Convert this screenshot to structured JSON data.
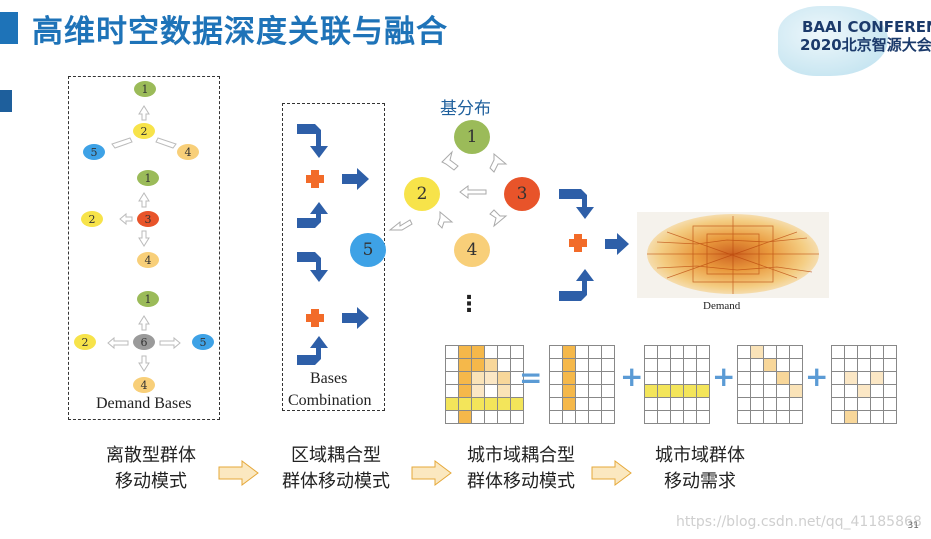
{
  "title": "高维时空数据深度关联与融合",
  "logo": {
    "line1": "BAAI CONFERENCE",
    "line2": "2020北京智源大会"
  },
  "left_panel": {
    "caption": "Demand Bases"
  },
  "middle_panel": {
    "caption_line1": "Bases",
    "caption_line2": "Combination"
  },
  "base_dist": {
    "heading": "基分布",
    "labels": [
      "1",
      "2",
      "3",
      "4",
      "5",
      "6"
    ],
    "ellipsis": "⋮"
  },
  "map": {
    "caption": "Demand"
  },
  "colors": {
    "accent": "#1e73b8",
    "green": "#9bbb59",
    "yellow": "#f7e34a",
    "red": "#e8542a",
    "blue": "#3ea2e6",
    "orange": "#f8cf79",
    "gray": "#9a9a9a",
    "arrow_blue": "#2e5fa8",
    "plus_orange": "#f26b29",
    "grid_fill": "#f5b84a",
    "grid_yellow": "#f3e55a"
  },
  "equation": {
    "equals": "=",
    "plus": "+"
  },
  "steps": [
    {
      "line1": "离散型群体",
      "line2": "移动模式"
    },
    {
      "line1": "区域耦合型",
      "line2": "群体移动模式"
    },
    {
      "line1": "城市域耦合型",
      "line2": "群体移动模式"
    },
    {
      "line1": "城市域群体",
      "line2": "移动需求"
    }
  ],
  "watermark": "https://blog.csdn.net/qq_41185868",
  "page_number": "31"
}
